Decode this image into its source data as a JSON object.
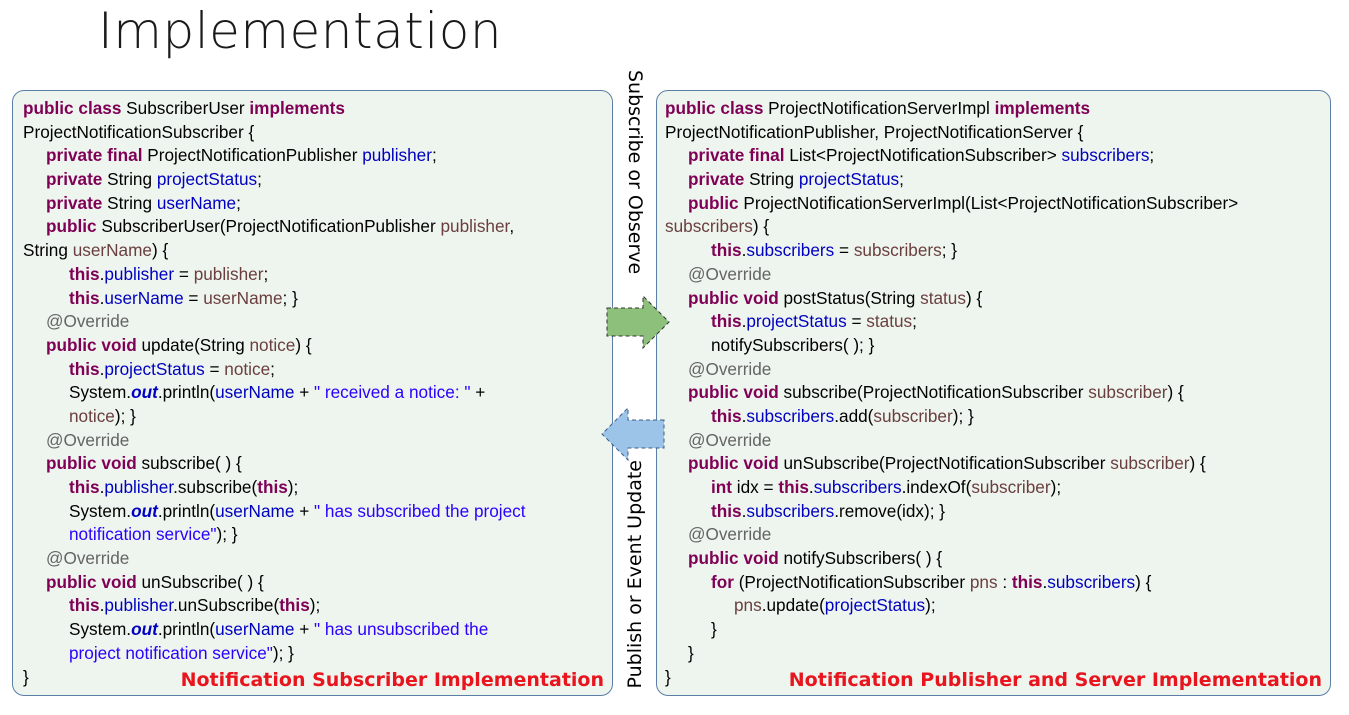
{
  "title": "Implementation",
  "left_panel": {
    "caption": "Notification Subscriber Implementation"
  },
  "right_panel": {
    "caption": "Notification Publisher and Server Implementation"
  },
  "flows": {
    "subscribe_label": "Subscribe or Observe",
    "publish_label": "Publish or Event Update",
    "subscribe_arrow_color": "#8dc07a",
    "publish_arrow_color": "#9cc3e8"
  },
  "code_left": [
    {
      "indent": 0,
      "tokens": [
        [
          "kw",
          "public class"
        ],
        [
          "t",
          " SubscriberUser "
        ],
        [
          "kw",
          "implements"
        ]
      ]
    },
    {
      "indent": 0,
      "tokens": [
        [
          "t",
          "ProjectNotificationSubscriber {"
        ]
      ]
    },
    {
      "indent": 1,
      "tokens": [
        [
          "kw",
          "private final"
        ],
        [
          "t",
          " ProjectNotificationPublisher "
        ],
        [
          "fld",
          "publisher"
        ],
        [
          "t",
          ";"
        ]
      ]
    },
    {
      "indent": 1,
      "tokens": [
        [
          "kw",
          "private"
        ],
        [
          "t",
          " String "
        ],
        [
          "fld",
          "projectStatus"
        ],
        [
          "t",
          ";"
        ]
      ]
    },
    {
      "indent": 1,
      "tokens": [
        [
          "kw",
          "private"
        ],
        [
          "t",
          " String "
        ],
        [
          "fld",
          "userName"
        ],
        [
          "t",
          ";"
        ]
      ]
    },
    {
      "indent": 1,
      "tokens": [
        [
          "kw",
          "public"
        ],
        [
          "t",
          " SubscriberUser(ProjectNotificationPublisher "
        ],
        [
          "param",
          "publisher"
        ],
        [
          "t",
          ","
        ]
      ]
    },
    {
      "indent": 0,
      "tokens": [
        [
          "t",
          "String "
        ],
        [
          "param",
          "userName"
        ],
        [
          "t",
          ") {"
        ]
      ]
    },
    {
      "indent": 2,
      "tokens": [
        [
          "kw",
          "this"
        ],
        [
          "t",
          "."
        ],
        [
          "fld",
          "publisher"
        ],
        [
          "t",
          " = "
        ],
        [
          "param",
          "publisher"
        ],
        [
          "t",
          ";"
        ]
      ]
    },
    {
      "indent": 2,
      "tokens": [
        [
          "kw",
          "this"
        ],
        [
          "t",
          "."
        ],
        [
          "fld",
          "userName"
        ],
        [
          "t",
          " = "
        ],
        [
          "param",
          "userName"
        ],
        [
          "t",
          ";    }"
        ]
      ]
    },
    {
      "indent": 1,
      "tokens": [
        [
          "ann",
          "@Override"
        ]
      ]
    },
    {
      "indent": 1,
      "tokens": [
        [
          "kw",
          "public void"
        ],
        [
          "t",
          " update(String "
        ],
        [
          "param",
          "notice"
        ],
        [
          "t",
          ") {"
        ]
      ]
    },
    {
      "indent": 2,
      "tokens": [
        [
          "kw",
          "this"
        ],
        [
          "t",
          "."
        ],
        [
          "fld",
          "projectStatus"
        ],
        [
          "t",
          " = "
        ],
        [
          "param",
          "notice"
        ],
        [
          "t",
          ";"
        ]
      ]
    },
    {
      "indent": 2,
      "tokens": [
        [
          "t",
          "System."
        ],
        [
          "st",
          "out"
        ],
        [
          "t",
          ".println("
        ],
        [
          "fld",
          "userName"
        ],
        [
          "t",
          " + "
        ],
        [
          "str",
          "\" received a notice: \""
        ],
        [
          "t",
          " +"
        ]
      ]
    },
    {
      "indent": 2,
      "tokens": [
        [
          "param",
          "notice"
        ],
        [
          "t",
          ");  }"
        ]
      ]
    },
    {
      "indent": 1,
      "tokens": [
        [
          "ann",
          "@Override"
        ]
      ]
    },
    {
      "indent": 1,
      "tokens": [
        [
          "kw",
          "public void"
        ],
        [
          "t",
          " subscribe( ) {"
        ]
      ]
    },
    {
      "indent": 2,
      "tokens": [
        [
          "kw",
          "this"
        ],
        [
          "t",
          "."
        ],
        [
          "fld",
          "publisher"
        ],
        [
          "t",
          ".subscribe("
        ],
        [
          "kw",
          "this"
        ],
        [
          "t",
          ");"
        ]
      ]
    },
    {
      "indent": 2,
      "tokens": [
        [
          "t",
          "System."
        ],
        [
          "st",
          "out"
        ],
        [
          "t",
          ".println("
        ],
        [
          "fld",
          "userName"
        ],
        [
          "t",
          " + "
        ],
        [
          "str",
          "\" has subscribed the project"
        ]
      ]
    },
    {
      "indent": 2,
      "tokens": [
        [
          "str",
          "notification service\""
        ],
        [
          "t",
          ");    }"
        ]
      ]
    },
    {
      "indent": 1,
      "tokens": [
        [
          "ann",
          "@Override"
        ]
      ]
    },
    {
      "indent": 1,
      "tokens": [
        [
          "kw",
          "public void"
        ],
        [
          "t",
          " unSubscribe( ) {"
        ]
      ]
    },
    {
      "indent": 2,
      "tokens": [
        [
          "kw",
          "this"
        ],
        [
          "t",
          "."
        ],
        [
          "fld",
          "publisher"
        ],
        [
          "t",
          ".unSubscribe("
        ],
        [
          "kw",
          "this"
        ],
        [
          "t",
          ");"
        ]
      ]
    },
    {
      "indent": 2,
      "tokens": [
        [
          "t",
          "System."
        ],
        [
          "st",
          "out"
        ],
        [
          "t",
          ".println("
        ],
        [
          "fld",
          "userName"
        ],
        [
          "t",
          " + "
        ],
        [
          "str",
          "\" has unsubscribed the"
        ]
      ]
    },
    {
      "indent": 2,
      "tokens": [
        [
          "str",
          "project notification service\""
        ],
        [
          "t",
          ");    }"
        ]
      ]
    },
    {
      "indent": 0,
      "tokens": [
        [
          "t",
          "}"
        ]
      ]
    }
  ],
  "code_right": [
    {
      "indent": 0,
      "tokens": [
        [
          "kw",
          "public class"
        ],
        [
          "t",
          " ProjectNotificationServerImpl "
        ],
        [
          "kw",
          "implements"
        ]
      ]
    },
    {
      "indent": 0,
      "tokens": [
        [
          "t",
          "ProjectNotificationPublisher, ProjectNotificationServer {"
        ]
      ]
    },
    {
      "indent": 1,
      "tokens": [
        [
          "kw",
          "private final"
        ],
        [
          "t",
          " List<ProjectNotificationSubscriber> "
        ],
        [
          "fld",
          "subscribers"
        ],
        [
          "t",
          ";"
        ]
      ]
    },
    {
      "indent": 1,
      "tokens": [
        [
          "kw",
          "private"
        ],
        [
          "t",
          " String "
        ],
        [
          "fld",
          "projectStatus"
        ],
        [
          "t",
          ";"
        ]
      ]
    },
    {
      "indent": 1,
      "tokens": [
        [
          "kw",
          "public"
        ],
        [
          "t",
          " ProjectNotificationServerImpl(List<ProjectNotificationSubscriber>"
        ]
      ]
    },
    {
      "indent": 0,
      "tokens": [
        [
          "param",
          "subscribers"
        ],
        [
          "t",
          ") {"
        ]
      ]
    },
    {
      "indent": 2,
      "tokens": [
        [
          "kw",
          "this"
        ],
        [
          "t",
          "."
        ],
        [
          "fld",
          "subscribers"
        ],
        [
          "t",
          " = "
        ],
        [
          "param",
          "subscribers"
        ],
        [
          "t",
          ";    }"
        ]
      ]
    },
    {
      "indent": 1,
      "tokens": [
        [
          "ann",
          "@Override"
        ]
      ]
    },
    {
      "indent": 1,
      "tokens": [
        [
          "kw",
          "public void"
        ],
        [
          "t",
          " postStatus(String "
        ],
        [
          "param",
          "status"
        ],
        [
          "t",
          ") {"
        ]
      ]
    },
    {
      "indent": 2,
      "tokens": [
        [
          "kw",
          "this"
        ],
        [
          "t",
          "."
        ],
        [
          "fld",
          "projectStatus"
        ],
        [
          "t",
          " = "
        ],
        [
          "param",
          "status"
        ],
        [
          "t",
          ";"
        ]
      ]
    },
    {
      "indent": 2,
      "tokens": [
        [
          "t",
          "notifySubscribers( );    }"
        ]
      ]
    },
    {
      "indent": 1,
      "tokens": [
        [
          "ann",
          "@Override"
        ]
      ]
    },
    {
      "indent": 1,
      "tokens": [
        [
          "kw",
          "public void"
        ],
        [
          "t",
          " subscribe(ProjectNotificationSubscriber "
        ],
        [
          "param",
          "subscriber"
        ],
        [
          "t",
          ") {"
        ]
      ]
    },
    {
      "indent": 2,
      "tokens": [
        [
          "kw",
          "this"
        ],
        [
          "t",
          "."
        ],
        [
          "fld",
          "subscribers"
        ],
        [
          "t",
          ".add("
        ],
        [
          "param",
          "subscriber"
        ],
        [
          "t",
          ");    }"
        ]
      ]
    },
    {
      "indent": 1,
      "tokens": [
        [
          "ann",
          "@Override"
        ]
      ]
    },
    {
      "indent": 1,
      "tokens": [
        [
          "kw",
          "public void"
        ],
        [
          "t",
          " unSubscribe(ProjectNotificationSubscriber "
        ],
        [
          "param",
          "subscriber"
        ],
        [
          "t",
          ") {"
        ]
      ]
    },
    {
      "indent": 2,
      "tokens": [
        [
          "kw",
          "int"
        ],
        [
          "t",
          " idx = "
        ],
        [
          "kw",
          "this"
        ],
        [
          "t",
          "."
        ],
        [
          "fld",
          "subscribers"
        ],
        [
          "t",
          ".indexOf("
        ],
        [
          "param",
          "subscriber"
        ],
        [
          "t",
          ");"
        ]
      ]
    },
    {
      "indent": 2,
      "tokens": [
        [
          "kw",
          "this"
        ],
        [
          "t",
          "."
        ],
        [
          "fld",
          "subscribers"
        ],
        [
          "t",
          ".remove(idx);    }"
        ]
      ]
    },
    {
      "indent": 1,
      "tokens": [
        [
          "ann",
          "@Override"
        ]
      ]
    },
    {
      "indent": 1,
      "tokens": [
        [
          "kw",
          "public void"
        ],
        [
          "t",
          " notifySubscribers( ) {"
        ]
      ]
    },
    {
      "indent": 2,
      "tokens": [
        [
          "kw",
          "for"
        ],
        [
          "t",
          " (ProjectNotificationSubscriber "
        ],
        [
          "param",
          "pns"
        ],
        [
          "t",
          " : "
        ],
        [
          "kw",
          "this"
        ],
        [
          "t",
          "."
        ],
        [
          "fld",
          "subscribers"
        ],
        [
          "t",
          ") {"
        ]
      ]
    },
    {
      "indent": 3,
      "tokens": [
        [
          "param",
          "pns"
        ],
        [
          "t",
          ".update("
        ],
        [
          "fld",
          "projectStatus"
        ],
        [
          "t",
          ");"
        ]
      ]
    },
    {
      "indent": 2,
      "tokens": [
        [
          "t",
          "}"
        ]
      ]
    },
    {
      "indent": 1,
      "tokens": [
        [
          "t",
          "}"
        ]
      ]
    },
    {
      "indent": 0,
      "tokens": [
        [
          "t",
          "}"
        ]
      ]
    }
  ]
}
